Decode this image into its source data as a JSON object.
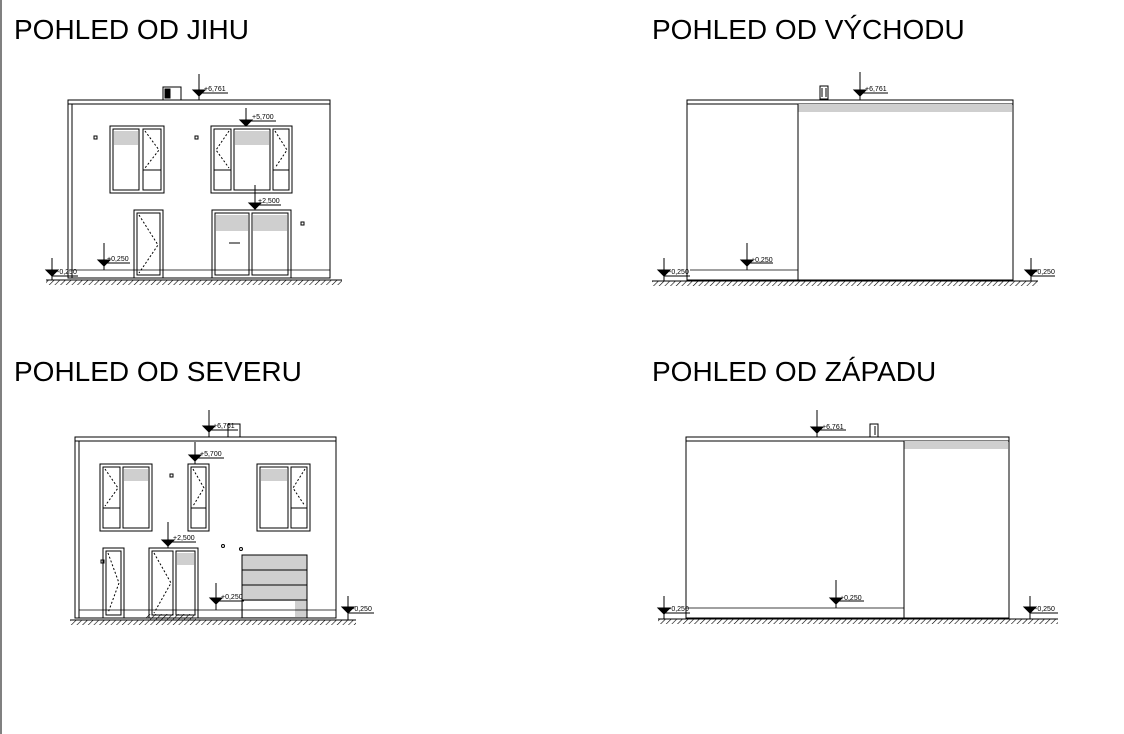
{
  "views": {
    "south": {
      "title": "POHLED OD JIHU"
    },
    "east": {
      "title": "POHLED OD VÝCHODU"
    },
    "north": {
      "title": "POHLED OD SEVERU"
    },
    "west": {
      "title": "POHLED OD ZÁPADU"
    }
  },
  "levels": {
    "top": "+6,761",
    "roof_parapet": "+5,700",
    "first_floor": "+2,500",
    "ground_floor": "+0,250",
    "terrain": "-0,250"
  },
  "colors": {
    "line": "#000000",
    "glass": "#cfcfcf",
    "hatch": "#000000",
    "background": "#ffffff"
  }
}
